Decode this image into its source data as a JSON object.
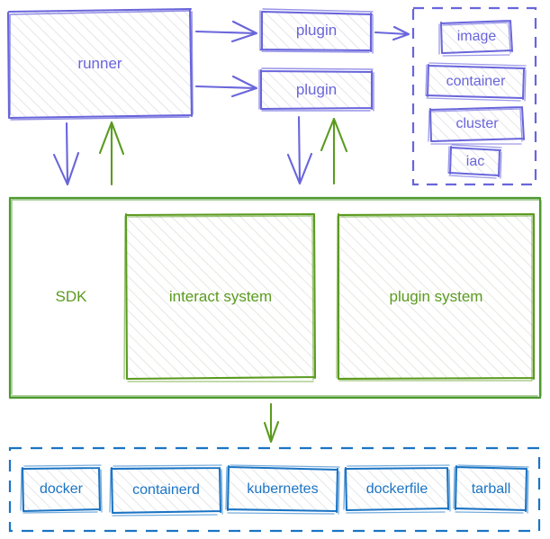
{
  "diagram": {
    "title": "plugin architecture diagram",
    "style": "hand-drawn",
    "background": "#ffffff",
    "colors": {
      "violet": "#6965db",
      "green": "#5b9b1f",
      "blue": "#1b74c4",
      "hachure": "#e8e8ec"
    }
  },
  "nodes": {
    "runner": {
      "label": "runner",
      "color": "#6965db"
    },
    "plugin_top": {
      "label": "plugin",
      "color": "#6965db"
    },
    "plugin_bottom": {
      "label": "plugin",
      "color": "#6965db"
    },
    "sdk": {
      "label": "SDK",
      "color": "#5b9b1f"
    },
    "interact_system": {
      "label": "interact system",
      "color": "#5b9b1f"
    },
    "plugin_system": {
      "label": "plugin system",
      "color": "#5b9b1f"
    }
  },
  "resource_group": {
    "name": "resource-types",
    "border": "dashed",
    "color": "#6965db",
    "items": [
      {
        "label": "image"
      },
      {
        "label": "container"
      },
      {
        "label": "cluster"
      },
      {
        "label": "iac"
      }
    ]
  },
  "backend_group": {
    "name": "backends",
    "border": "dashed",
    "color": "#1b74c4",
    "items": [
      {
        "label": "docker"
      },
      {
        "label": "containerd"
      },
      {
        "label": "kubernetes"
      },
      {
        "label": "dockerfile"
      },
      {
        "label": "tarball"
      }
    ]
  },
  "arrows": [
    {
      "name": "runner-to-plugin-top",
      "from": "runner",
      "to": "plugin_top",
      "direction": "right",
      "color": "#6965db"
    },
    {
      "name": "runner-to-plugin-bottom",
      "from": "runner",
      "to": "plugin_bottom",
      "direction": "right",
      "color": "#6965db"
    },
    {
      "name": "plugin-to-resources",
      "from": "plugin_top",
      "to": "resource_group",
      "direction": "right",
      "color": "#6965db"
    },
    {
      "name": "runner-to-sdk",
      "from": "runner",
      "to": "sdk",
      "direction": "down",
      "color": "#6965db"
    },
    {
      "name": "sdk-to-runner",
      "from": "sdk",
      "to": "runner",
      "direction": "up",
      "color": "#5b9b1f"
    },
    {
      "name": "plugin-to-sdk",
      "from": "plugin_bottom",
      "to": "sdk",
      "direction": "down",
      "color": "#6965db"
    },
    {
      "name": "sdk-to-plugin",
      "from": "sdk",
      "to": "plugin_bottom",
      "direction": "up",
      "color": "#5b9b1f"
    },
    {
      "name": "sdk-to-backends",
      "from": "sdk",
      "to": "backend_group",
      "direction": "down",
      "color": "#5b9b1f"
    }
  ]
}
